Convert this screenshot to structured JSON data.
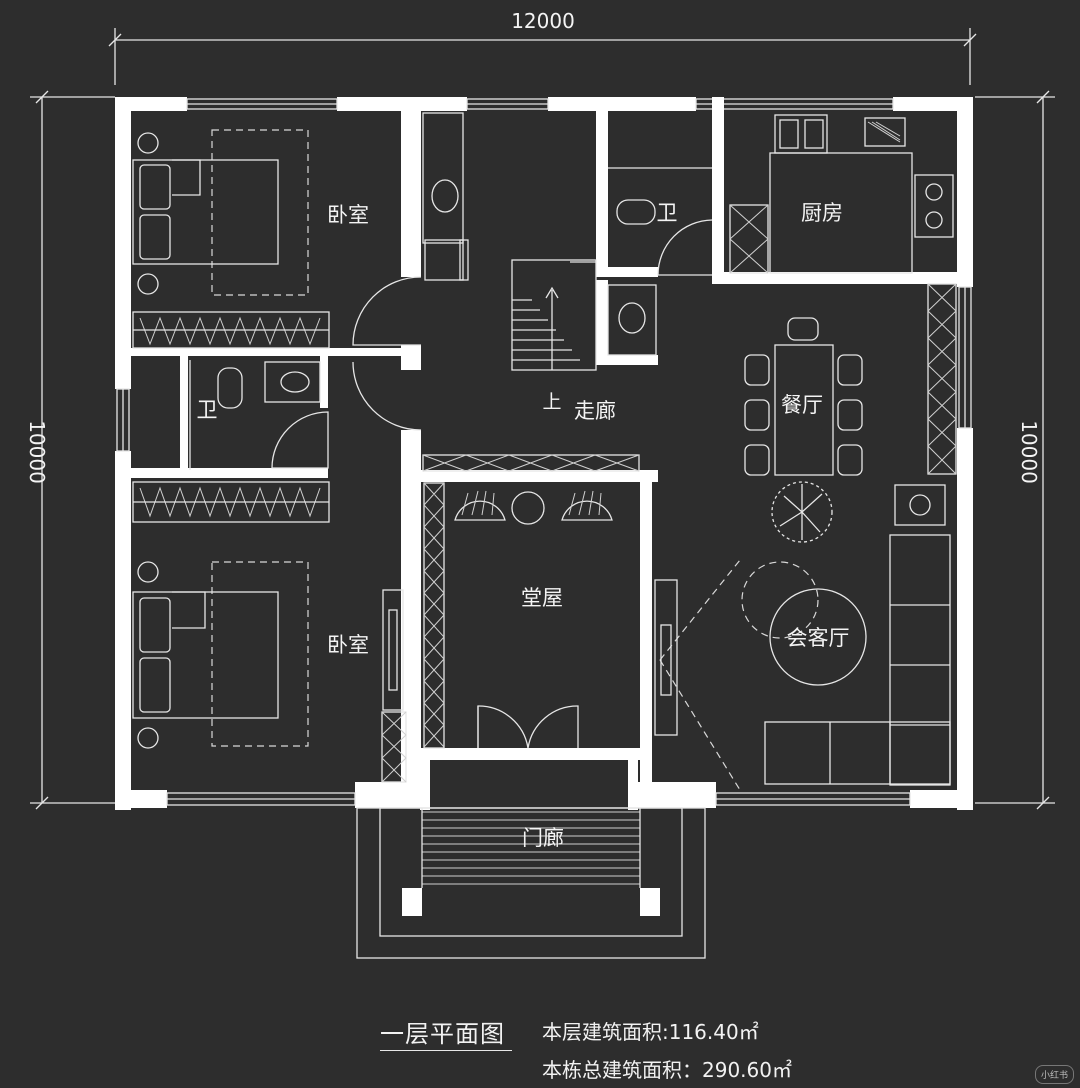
{
  "dimensions": {
    "width": "12000",
    "depth": "10000"
  },
  "rooms": {
    "bedroom_north": "卧室",
    "bedroom_south": "卧室",
    "bath_west": "卫",
    "bath_east": "卫",
    "kitchen": "厨房",
    "dining": "餐厅",
    "corridor": "走廊",
    "stair_up": "上",
    "main_hall": "堂屋",
    "living_room": "会客厅",
    "porch": "门廊"
  },
  "titles": {
    "plan_title": "一层平面图",
    "floor_area": "本层建筑面积:116.40㎡",
    "total_area": "本栋总建筑面积：290.60㎡"
  },
  "watermark": "小红书"
}
